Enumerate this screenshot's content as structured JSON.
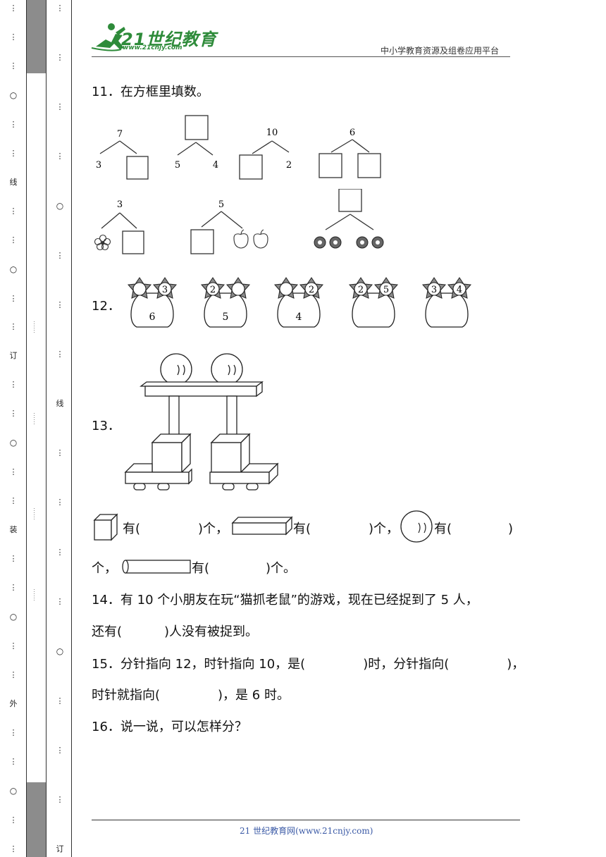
{
  "binding": {
    "outer_labels": [
      "线",
      "订",
      "装",
      "外"
    ],
    "inner_labels": [
      "线",
      "订"
    ]
  },
  "header": {
    "logo_text": "21世纪教育",
    "logo_url": "www.21cnjy.com",
    "right_text": "中小学教育资源及组卷应用平台"
  },
  "q11": {
    "title": "11．在方框里填数。",
    "row1": [
      {
        "top": "7",
        "left": "3",
        "right": ""
      },
      {
        "top": "",
        "left": "5",
        "right": "4"
      },
      {
        "top": "10",
        "left": "",
        "right": "2"
      },
      {
        "top": "6",
        "left": "",
        "right": ""
      }
    ],
    "row2": [
      {
        "top": "3",
        "left": "flower-icon",
        "right": ""
      },
      {
        "top": "5",
        "left": "",
        "right": "apple-icon"
      },
      {
        "top": "",
        "left": "flower-pair-icon",
        "right": "flower-pair-icon"
      }
    ]
  },
  "q12": {
    "number": "12．",
    "vases": [
      {
        "left": "",
        "right": "3",
        "base": "6"
      },
      {
        "left": "2",
        "right": "",
        "base": "5"
      },
      {
        "left": "",
        "right": "2",
        "base": "4"
      },
      {
        "left": "2",
        "right": "5",
        "base": ""
      },
      {
        "left": "3",
        "right": "4",
        "base": ""
      }
    ]
  },
  "q13": {
    "number": "13．",
    "line1": {
      "p1": "有(",
      "p2": ")个，",
      "p3": "有(",
      "p4": ")个，",
      "p5": "有(",
      "p6": ")"
    },
    "line2": {
      "p1": "个，",
      "p2": "有(",
      "p3": ")个。"
    }
  },
  "q14": {
    "line1": "14．有 10 个小朋友在玩“猫抓老鼠”的游戏，现在已经捉到了 5 人，",
    "line2_a": "还有(",
    "line2_b": ")人没有被捉到。"
  },
  "q15": {
    "line1_a": "15．分针指向 12，时针指向 10，是(",
    "line1_b": ")时，分针指向(",
    "line1_c": ")，",
    "line2_a": "时针就指向(",
    "line2_b": ")，是 6 时。"
  },
  "q16": {
    "title": "16．说一说，可以怎样分？"
  },
  "footer": {
    "text": "21 世纪教育网(www.21cnjy.com)"
  }
}
